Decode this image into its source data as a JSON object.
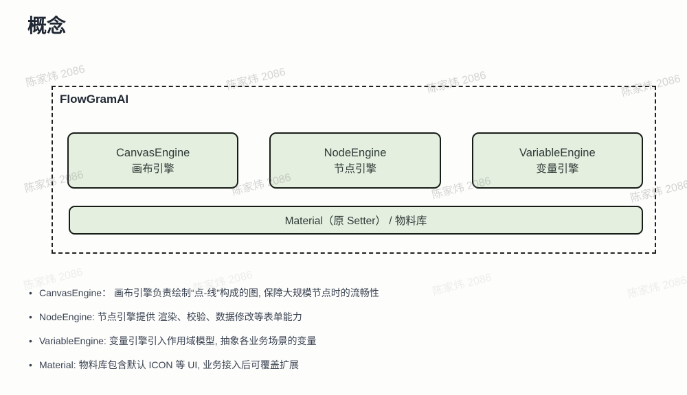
{
  "page": {
    "title": "概念"
  },
  "watermark": {
    "text": "陈家炜 2086"
  },
  "diagram": {
    "label": "FlowGramAI",
    "engines": [
      {
        "name": "CanvasEngine",
        "subtitle": "画布引擎"
      },
      {
        "name": "NodeEngine",
        "subtitle": "节点引擎"
      },
      {
        "name": "VariableEngine",
        "subtitle": "变量引擎"
      }
    ],
    "material": "Material（原 Setter） / 物料库"
  },
  "bullets": [
    "CanvasEngine： 画布引擎负责绘制“点-线”构成的图, 保障大规模节点时的流畅性",
    "NodeEngine: 节点引擎提供 渲染、校验、数据修改等表单能力",
    "VariableEngine: 变量引擎引入作用域模型, 抽象各业务场景的变量",
    "Material: 物料库包含默认 ICON 等 UI, 业务接入后可覆盖扩展"
  ],
  "colors": {
    "background": "#fdfdfc",
    "title_text": "#1f2733",
    "body_text": "#3a4351",
    "box_fill": "#e4efe0",
    "box_border": "#161d17",
    "box_text": "#2f3a36",
    "dash_border": "#1f1f1f",
    "watermark": "#cfcfcb"
  }
}
